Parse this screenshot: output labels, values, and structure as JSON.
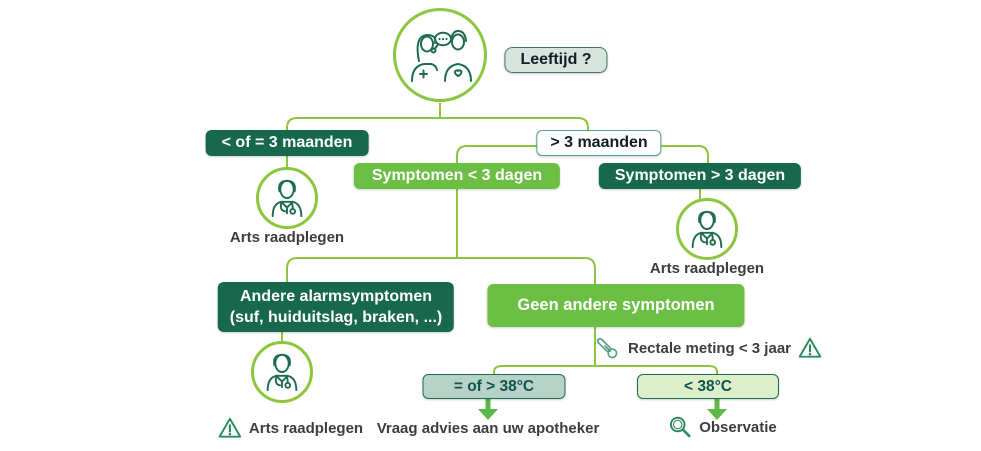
{
  "title": "Koorts beslisboom (fever decision flowchart)",
  "colors": {
    "line_green": "#8CC63E",
    "dark_green_box": "#17684C",
    "bright_green_box": "#6CBE45",
    "header_box_bg": "#D6E4DD",
    "temp_high_bg": "#B7D2C7",
    "temp_low_bg": "#DDEECB",
    "icon_stroke": "#1F6B52",
    "warning_stroke": "#2F8C5F",
    "arrow_green": "#5CB947",
    "outcome_text": "#3D3D3B",
    "temp_text": "#0E564E"
  },
  "icons": {
    "conversation": "doctor-patient-talk-icon",
    "doctor": "doctor-icon",
    "thermometer": "thermometer-icon",
    "warning": "warning-triangle-icon",
    "magnifier": "magnifying-glass-icon",
    "arrow": "down-arrow-icon"
  },
  "flowchart": {
    "root_question": "Leeftijd ?",
    "nodes": {
      "age_lte_3m": "< of = 3 maanden",
      "age_gt_3m": "> 3 maanden",
      "symptoms_lt_3d": "Symptomen < 3 dagen",
      "symptoms_gt_3d": "Symptomen > 3 dagen",
      "alarm_line1": "Andere alarmsymptomen",
      "alarm_line2": "(suf, huiduitslag, braken, ...)",
      "no_other_symptoms": "Geen andere symptomen",
      "temp_high": "= of > 38°C",
      "temp_low": "< 38°C"
    },
    "outcomes": {
      "consult_doctor": "Arts raadplegen",
      "ask_pharmacist": "Vraag advies aan uw apotheker",
      "observe": "Observatie"
    },
    "note_rectal": "Rectale meting < 3 jaar"
  }
}
